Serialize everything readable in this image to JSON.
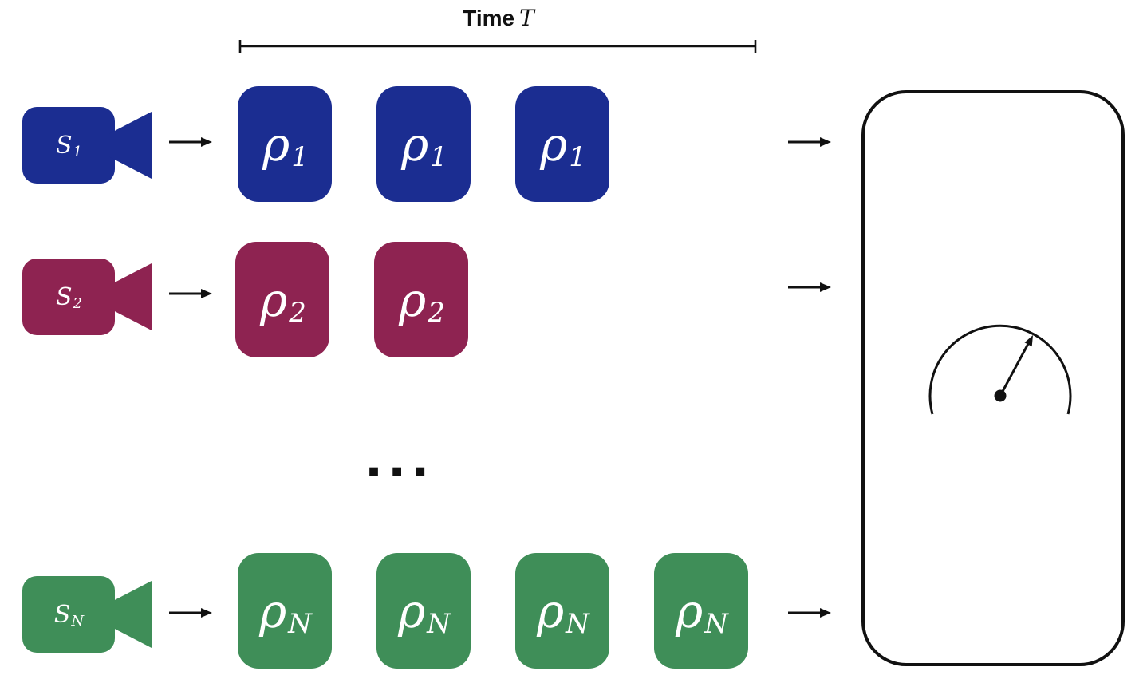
{
  "header": {
    "time_word": "Time",
    "time_var": "T"
  },
  "rows": [
    {
      "source": {
        "symbol": "S",
        "sub": "1"
      },
      "color": "#1b2d91",
      "state": {
        "symbol": "ρ",
        "sub": "1"
      },
      "count": 3
    },
    {
      "source": {
        "symbol": "S",
        "sub": "2"
      },
      "color": "#8e2351",
      "state": {
        "symbol": "ρ",
        "sub": "2"
      },
      "count": 2
    },
    {
      "source": {
        "symbol": "S",
        "sub": "N"
      },
      "color": "#3f8e58",
      "state": {
        "symbol": "ρ",
        "sub": "N"
      },
      "count": 4
    }
  ],
  "misc": {
    "ellipsis": "...",
    "ink_color": "#111111"
  },
  "icons": {
    "source": "camera-source-icon",
    "arrow": "arrow-right-icon",
    "detector": "measurement-box",
    "gauge": "gauge-icon"
  }
}
